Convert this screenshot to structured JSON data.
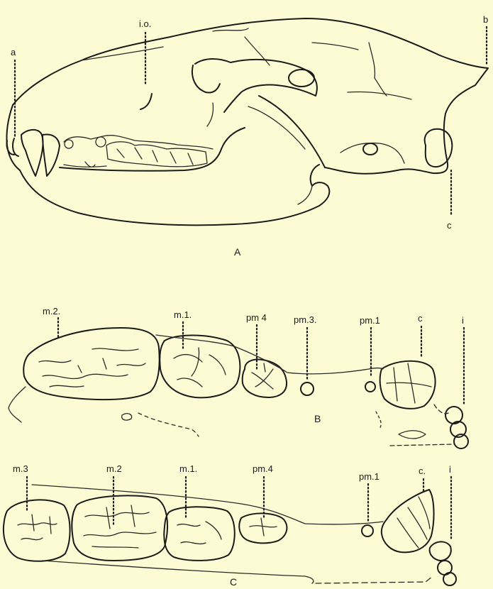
{
  "panels": {
    "skull": {
      "caption": "A",
      "labels": {
        "a": "a",
        "io": "i.o.",
        "b": "b",
        "c": "c"
      }
    },
    "upper_teeth": {
      "caption": "B",
      "labels": {
        "m2": "m.2.",
        "m1": "m.1.",
        "pm4": "pm 4",
        "pm3": "pm.3.",
        "pm1": "pm.1",
        "c": "c",
        "i": "i"
      }
    },
    "lower_teeth": {
      "caption": "C",
      "labels": {
        "m3": "m.3",
        "m2": "m.2",
        "m1": "m.1.",
        "pm4": "pm.4",
        "pm1": "pm.1",
        "c": "c.",
        "i": "i"
      }
    }
  },
  "colors": {
    "paper": "#fdfbd4",
    "ink": "#1b1b1b"
  }
}
